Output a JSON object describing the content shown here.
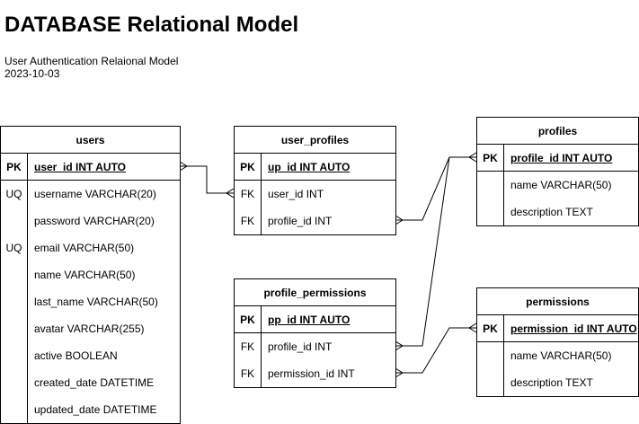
{
  "header": {
    "title": "DATABASE Relational Model",
    "subtitle": "User Authentication Relaional Model",
    "date": "2023-10-03"
  },
  "tables": {
    "users": {
      "name": "users",
      "pk": {
        "key": "PK",
        "field": "user_id INT AUTO"
      },
      "rows": [
        {
          "key": "UQ",
          "field": "username VARCHAR(20)"
        },
        {
          "key": "",
          "field": "password VARCHAR(20)"
        },
        {
          "key": "UQ",
          "field": "email VARCHAR(50)"
        },
        {
          "key": "",
          "field": "name VARCHAR(50)"
        },
        {
          "key": "",
          "field": "last_name VARCHAR(50)"
        },
        {
          "key": "",
          "field": "avatar VARCHAR(255)"
        },
        {
          "key": "",
          "field": "active BOOLEAN"
        },
        {
          "key": "",
          "field": "created_date DATETIME"
        },
        {
          "key": "",
          "field": "updated_date DATETIME"
        }
      ]
    },
    "user_profiles": {
      "name": "user_profiles",
      "pk": {
        "key": "PK",
        "field": "up_id INT AUTO"
      },
      "rows": [
        {
          "key": "FK",
          "field": "user_id INT"
        },
        {
          "key": "FK",
          "field": "profile_id INT"
        }
      ]
    },
    "profiles": {
      "name": "profiles",
      "pk": {
        "key": "PK",
        "field": "profile_id INT AUTO"
      },
      "rows": [
        {
          "key": "",
          "field": "name VARCHAR(50)"
        },
        {
          "key": "",
          "field": "description TEXT"
        }
      ]
    },
    "profile_permissions": {
      "name": "profile_permissions",
      "pk": {
        "key": "PK",
        "field": "pp_id INT AUTO"
      },
      "rows": [
        {
          "key": "FK",
          "field": "profile_id INT"
        },
        {
          "key": "FK",
          "field": "permission_id INT"
        }
      ]
    },
    "permissions": {
      "name": "permissions",
      "pk": {
        "key": "PK",
        "field": "permission_id INT AUTO"
      },
      "rows": [
        {
          "key": "",
          "field": "name VARCHAR(50)"
        },
        {
          "key": "",
          "field": "description TEXT"
        }
      ]
    }
  },
  "colors": {
    "line": "#000000",
    "background": "#ffffff"
  }
}
